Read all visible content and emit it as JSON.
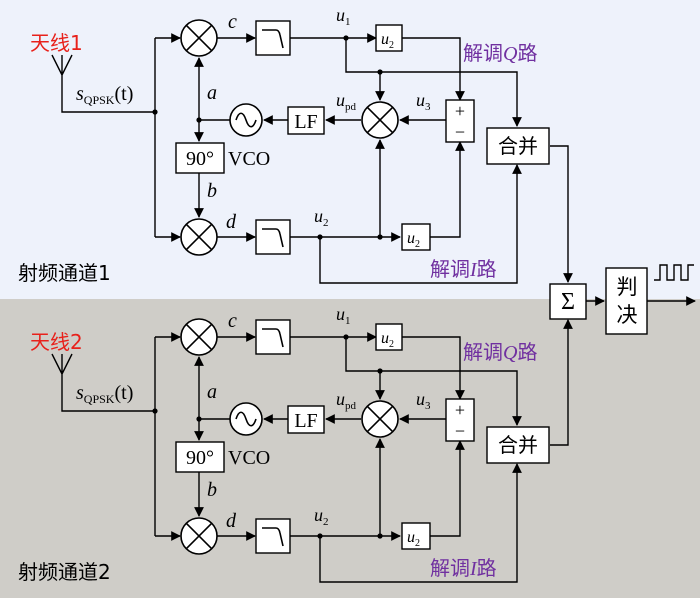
{
  "colors": {
    "panel1_bg": "#EEF2FB",
    "panel2_bg": "#CFCDC8",
    "antenna_label": "#E8211B",
    "demod_label": "#7030A0",
    "line": "#000000"
  },
  "channels": [
    {
      "antenna_label": "天线1",
      "signal_s": "s",
      "signal_sub": "QPSK",
      "signal_arg": "(t)",
      "label_a": "a",
      "label_b": "b",
      "label_c": "c",
      "label_d": "d",
      "phase_label": "90°",
      "vco_label": "VCO",
      "lf_label": "LF",
      "u1": "u",
      "u1_sub": "1",
      "u2": "u",
      "u2_sub": "2",
      "upd": "u",
      "upd_sub": "pd",
      "u3": "u",
      "u3_sub": "3",
      "sq_label": "u",
      "sq_sub": "2",
      "plus": "+",
      "minus": "−",
      "demod_q_prefix": "解调",
      "demod_q_letter": "Q",
      "demod_q_suffix": "路",
      "demod_i_prefix": "解调",
      "demod_i_letter": "I",
      "demod_i_suffix": "路",
      "merge_label": "合并",
      "channel_name": "射频通道1"
    },
    {
      "antenna_label": "天线2",
      "signal_s": "s",
      "signal_sub": "QPSK",
      "signal_arg": "(t)",
      "label_a": "a",
      "label_b": "b",
      "label_c": "c",
      "label_d": "d",
      "phase_label": "90°",
      "vco_label": "VCO",
      "lf_label": "LF",
      "u1": "u",
      "u1_sub": "1",
      "u2": "u",
      "u2_sub": "2",
      "upd": "u",
      "upd_sub": "pd",
      "u3": "u",
      "u3_sub": "3",
      "sq_label": "u",
      "sq_sub": "2",
      "plus": "+",
      "minus": "−",
      "demod_q_prefix": "解调",
      "demod_q_letter": "Q",
      "demod_q_suffix": "路",
      "demod_i_prefix": "解调",
      "demod_i_letter": "I",
      "demod_i_suffix": "路",
      "merge_label": "合并",
      "channel_name": "射频通道2"
    }
  ],
  "sum_label": "Σ",
  "decision_label_1": "判",
  "decision_label_2": "决"
}
